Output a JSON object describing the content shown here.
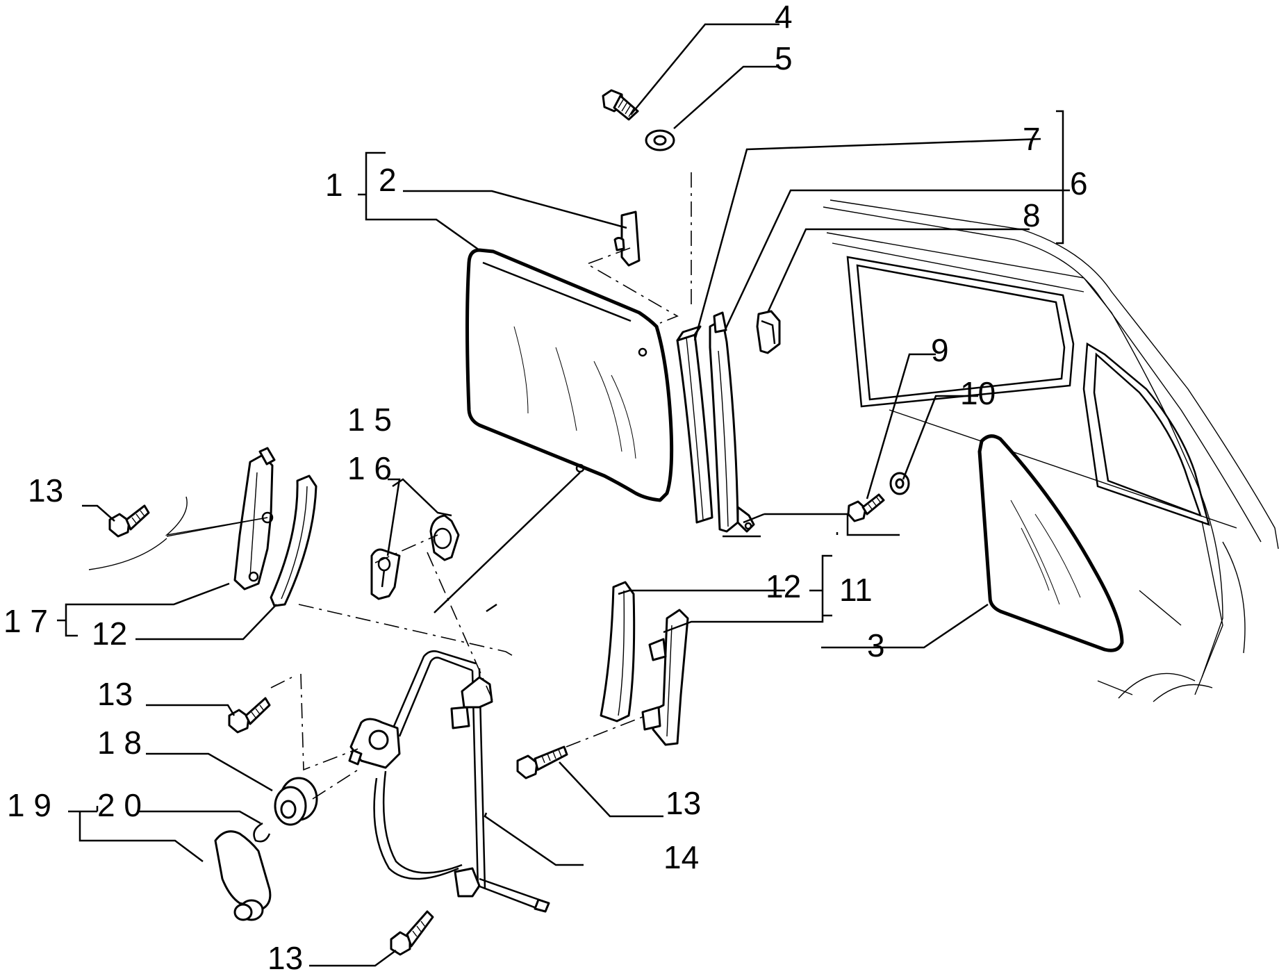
{
  "diagram": {
    "callouts": [
      {
        "id": "c1",
        "text": "1"
      },
      {
        "id": "c2",
        "text": "2"
      },
      {
        "id": "c3",
        "text": "3"
      },
      {
        "id": "c4",
        "text": "4"
      },
      {
        "id": "c5",
        "text": "5"
      },
      {
        "id": "c6",
        "text": "6"
      },
      {
        "id": "c7",
        "text": "7"
      },
      {
        "id": "c8",
        "text": "8"
      },
      {
        "id": "c9",
        "text": "9"
      },
      {
        "id": "c10",
        "text": "10"
      },
      {
        "id": "c11",
        "text": "11"
      },
      {
        "id": "c12a",
        "text": "12"
      },
      {
        "id": "c12b",
        "text": "12"
      },
      {
        "id": "c13a",
        "text": "13"
      },
      {
        "id": "c13b",
        "text": "13"
      },
      {
        "id": "c13c",
        "text": "13"
      },
      {
        "id": "c13d",
        "text": "13"
      },
      {
        "id": "c14",
        "text": "14"
      },
      {
        "id": "c15",
        "text": "1 5"
      },
      {
        "id": "c16",
        "text": "1 6"
      },
      {
        "id": "c17",
        "text": "1 7"
      },
      {
        "id": "c18",
        "text": "1 8"
      },
      {
        "id": "c19",
        "text": "1 9"
      },
      {
        "id": "c20",
        "text": "2 0"
      }
    ]
  }
}
